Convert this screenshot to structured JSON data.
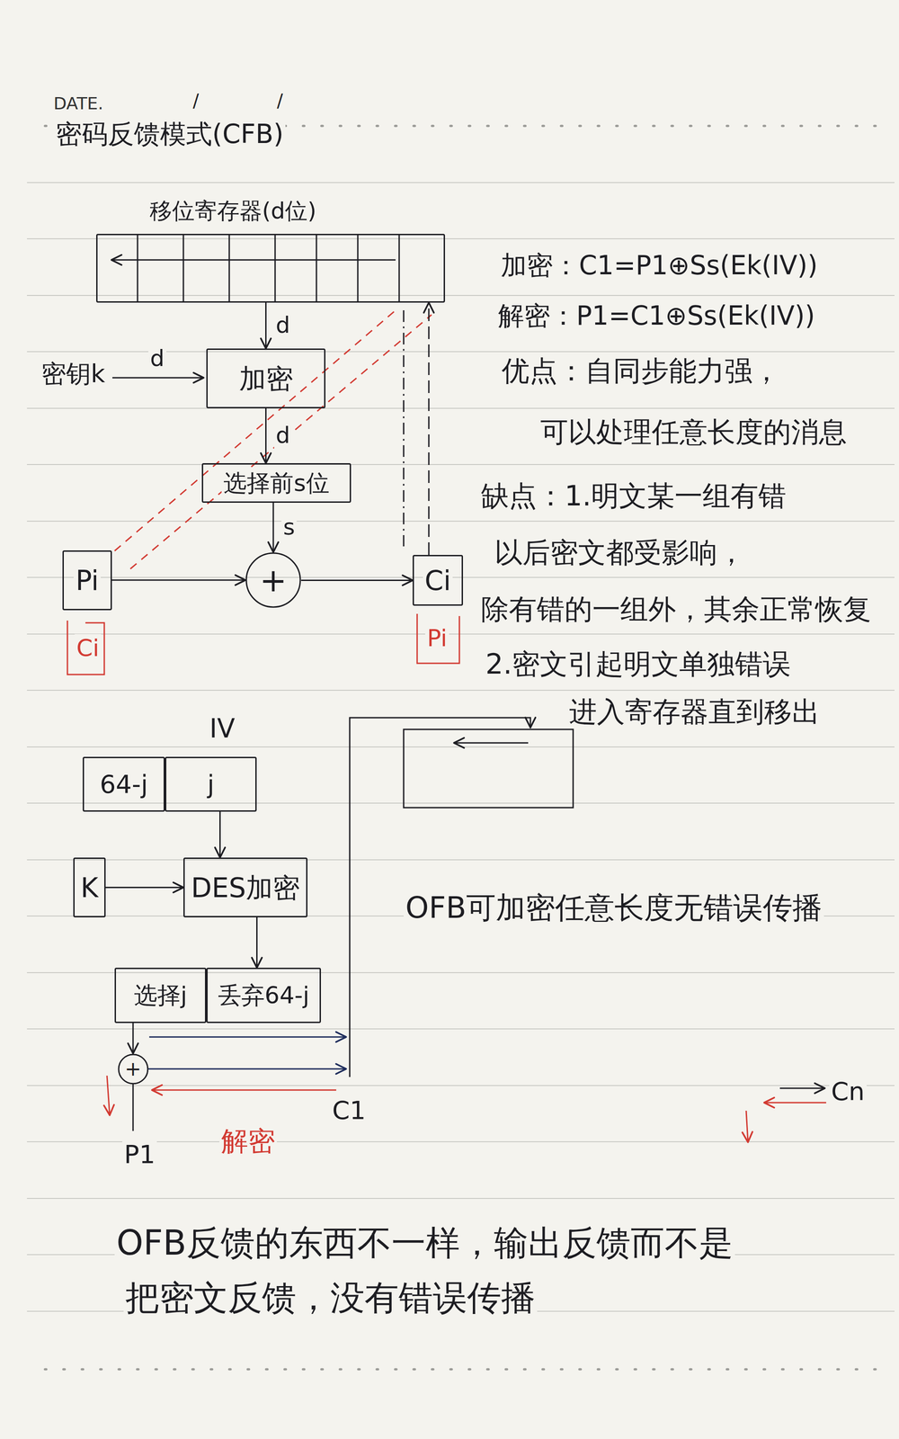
{
  "diagram": {
    "title": "密码反馈模式(CFB)",
    "nodes": [
      {
        "text": [
          "移位寄存器(d位)"
        ]
      },
      {
        "text": [
          "加密"
        ]
      },
      {
        "text": [
          "选择前s位"
        ]
      },
      {
        "text": [
          "+"
        ]
      },
      {
        "text": [
          "Pi"
        ]
      },
      {
        "text": [
          "Ci"
        ]
      },
      {
        "text": [
          "64-j"
        ]
      },
      {
        "text": [
          "j"
        ]
      },
      {
        "text": [
          "K"
        ]
      },
      {
        "text": [
          "DES加密"
        ]
      },
      {
        "text": [
          "选择j"
        ]
      },
      {
        "text": [
          "丢弃64-j"
        ]
      },
      {
        "text": [
          "+"
        ]
      }
    ],
    "edges": [
      {
        "from": 0,
        "to": 1,
        "arrow": "to",
        "label": "d"
      },
      {
        "from": 1,
        "to": 2,
        "arrow": "to",
        "label": "d"
      },
      {
        "from": 2,
        "to": 3,
        "arrow": "to",
        "label": "s"
      },
      {
        "from": 4,
        "to": 3,
        "arrow": "to"
      },
      {
        "from": 3,
        "to": 5,
        "arrow": "to"
      },
      {
        "from": 5,
        "to": 0,
        "arrow": "to"
      },
      {
        "from": 7,
        "to": 9,
        "arrow": "to"
      },
      {
        "from": 8,
        "to": 9,
        "arrow": "to"
      },
      {
        "from": 9,
        "to": 11,
        "arrow": "to"
      },
      {
        "from": 10,
        "to": 12,
        "arrow": "to"
      }
    ],
    "labels": [
      "DATE.",
      "/",
      "/",
      "d",
      "密钥k",
      "Ci",
      "Pi",
      "加密：C1=P1⊕Ss(Ek(IV))",
      "解密：P1=C1⊕Ss(Ek(IV))",
      "优点：自同步能力强，",
      "可以处理任意长度的消息",
      "缺点：1.明文某一组有错",
      "以后密文都受影响，",
      "除有错的一组外，其余正常恢复",
      "2.密文引起明文单独错误",
      "进入寄存器直到移出",
      "IV",
      "OFB可加密任意长度无错误传播",
      "C1",
      "解密",
      "P1",
      "Cn",
      "OFB反馈的东西不一样，输出反馈而不是",
      "把密文反馈，没有错误传播"
    ]
  }
}
